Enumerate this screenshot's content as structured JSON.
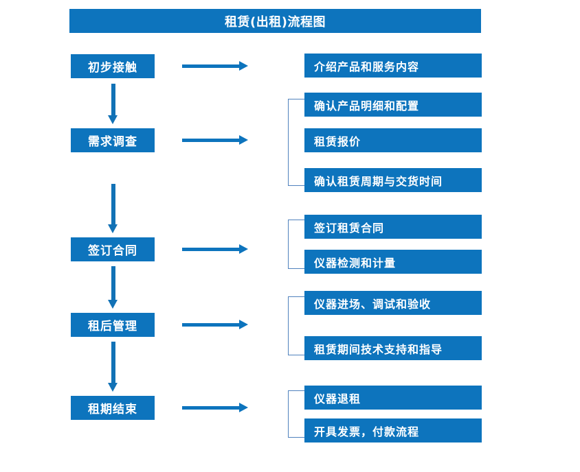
{
  "diagram": {
    "title": "租赁(出租)流程图",
    "colors": {
      "box_fill": "#0d74bd",
      "box_text": "#ffffff",
      "arrow": "#0d74bd",
      "vertical_arrow": "#1272b6",
      "bracket": "#4f81bd",
      "background": "#ffffff"
    },
    "stages": [
      {
        "label": "初步接触"
      },
      {
        "label": "需求调查"
      },
      {
        "label": "签订合同"
      },
      {
        "label": "租后管理"
      },
      {
        "label": "租期结束"
      }
    ],
    "details": [
      {
        "label": "介绍产品和服务内容"
      },
      {
        "label": "确认产品明细和配置"
      },
      {
        "label": "租赁报价"
      },
      {
        "label": "确认租赁周期与交货时间"
      },
      {
        "label": "签订租赁合同"
      },
      {
        "label": "仪器检测和计量"
      },
      {
        "label": "仪器进场、调试和验收"
      },
      {
        "label": "租赁期间技术支持和指导"
      },
      {
        "label": "仪器退租"
      },
      {
        "label": "开具发票，付款流程"
      }
    ]
  }
}
